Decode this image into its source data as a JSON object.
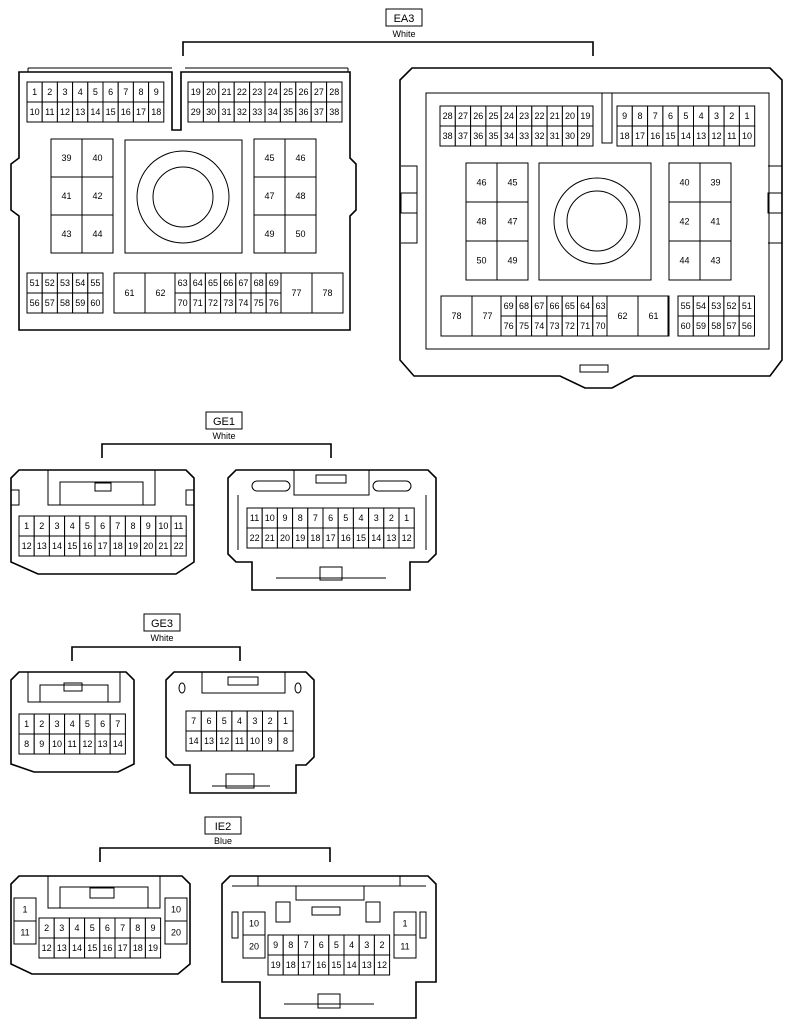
{
  "connectors": [
    {
      "id": "ea3",
      "code": "EA3",
      "color": "White",
      "pins": {
        "m_top_left": [
          [
            "1",
            "2",
            "3",
            "4",
            "5",
            "6",
            "7",
            "8",
            "9"
          ],
          [
            "10",
            "11",
            "12",
            "13",
            "14",
            "15",
            "16",
            "17",
            "18"
          ]
        ],
        "m_top_right": [
          [
            "19",
            "20",
            "21",
            "22",
            "23",
            "24",
            "25",
            "26",
            "27",
            "28"
          ],
          [
            "29",
            "30",
            "31",
            "32",
            "33",
            "34",
            "35",
            "36",
            "37",
            "38"
          ]
        ],
        "m_left_block": [
          [
            "39",
            "40"
          ],
          [
            "41",
            "42"
          ],
          [
            "43",
            "44"
          ]
        ],
        "m_right_block": [
          [
            "45",
            "46"
          ],
          [
            "47",
            "48"
          ],
          [
            "49",
            "50"
          ]
        ],
        "m_bot_left": [
          [
            "51",
            "52",
            "53",
            "54",
            "55"
          ],
          [
            "56",
            "57",
            "58",
            "59",
            "60"
          ]
        ],
        "m_bot_big_left": [
          "61",
          "62"
        ],
        "m_bot_mid": [
          [
            "63",
            "64",
            "65",
            "66",
            "67",
            "68",
            "69"
          ],
          [
            "70",
            "71",
            "72",
            "73",
            "74",
            "75",
            "76"
          ]
        ],
        "m_bot_big_right": [
          "77",
          "78"
        ],
        "f_top_left": [
          [
            "28",
            "27",
            "26",
            "25",
            "24",
            "23",
            "22",
            "21",
            "20",
            "19"
          ],
          [
            "38",
            "37",
            "36",
            "35",
            "34",
            "33",
            "32",
            "31",
            "30",
            "29"
          ]
        ],
        "f_top_right": [
          [
            "9",
            "8",
            "7",
            "6",
            "5",
            "4",
            "3",
            "2",
            "1"
          ],
          [
            "18",
            "17",
            "16",
            "15",
            "14",
            "13",
            "12",
            "11",
            "10"
          ]
        ],
        "f_left_block": [
          [
            "46",
            "45"
          ],
          [
            "48",
            "47"
          ],
          [
            "50",
            "49"
          ]
        ],
        "f_right_block": [
          [
            "40",
            "39"
          ],
          [
            "42",
            "41"
          ],
          [
            "44",
            "43"
          ]
        ],
        "f_bot_big_left": [
          "78",
          "77"
        ],
        "f_bot_mid": [
          [
            "69",
            "68",
            "67",
            "66",
            "65",
            "64",
            "63"
          ],
          [
            "76",
            "75",
            "74",
            "73",
            "72",
            "71",
            "70"
          ]
        ],
        "f_bot_big_right": [
          "62",
          "61"
        ],
        "f_bot_right": [
          [
            "55",
            "54",
            "53",
            "52",
            "51"
          ],
          [
            "60",
            "59",
            "58",
            "57",
            "56"
          ]
        ]
      }
    },
    {
      "id": "ge1",
      "code": "GE1",
      "color": "White",
      "pins": {
        "male": [
          [
            "1",
            "2",
            "3",
            "4",
            "5",
            "6",
            "7",
            "8",
            "9",
            "10",
            "11"
          ],
          [
            "12",
            "13",
            "14",
            "15",
            "16",
            "17",
            "18",
            "19",
            "20",
            "21",
            "22"
          ]
        ],
        "female": [
          [
            "11",
            "10",
            "9",
            "8",
            "7",
            "6",
            "5",
            "4",
            "3",
            "2",
            "1"
          ],
          [
            "22",
            "21",
            "20",
            "19",
            "18",
            "17",
            "16",
            "15",
            "14",
            "13",
            "12"
          ]
        ]
      }
    },
    {
      "id": "ge3",
      "code": "GE3",
      "color": "White",
      "pins": {
        "male": [
          [
            "1",
            "2",
            "3",
            "4",
            "5",
            "6",
            "7"
          ],
          [
            "8",
            "9",
            "10",
            "11",
            "12",
            "13",
            "14"
          ]
        ],
        "female": [
          [
            "7",
            "6",
            "5",
            "4",
            "3",
            "2",
            "1"
          ],
          [
            "14",
            "13",
            "12",
            "11",
            "10",
            "9",
            "8"
          ]
        ]
      }
    },
    {
      "id": "ie2",
      "code": "IE2",
      "color": "Blue",
      "pins": {
        "male_left": [
          "1",
          "11"
        ],
        "male_mid": [
          [
            "2",
            "3",
            "4",
            "5",
            "6",
            "7",
            "8",
            "9"
          ],
          [
            "12",
            "13",
            "14",
            "15",
            "16",
            "17",
            "18",
            "19"
          ]
        ],
        "male_right": [
          "10",
          "20"
        ],
        "female_left": [
          "10",
          "20"
        ],
        "female_mid": [
          [
            "9",
            "8",
            "7",
            "6",
            "5",
            "4",
            "3",
            "2"
          ],
          [
            "19",
            "18",
            "17",
            "16",
            "15",
            "14",
            "13",
            "12"
          ]
        ],
        "female_right": [
          "1",
          "11"
        ]
      }
    }
  ]
}
